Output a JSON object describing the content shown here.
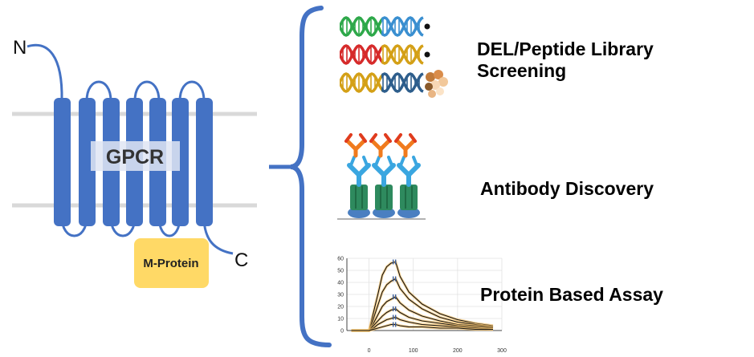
{
  "gpcr": {
    "n_terminus_label": "N",
    "c_terminus_label": "C",
    "receptor_label": "GPCR",
    "m_protein_label": "M-Protein",
    "colors": {
      "helix": "#4472c4",
      "m_protein": "#ffd966",
      "membrane": "#d9d9d9"
    }
  },
  "applications": [
    {
      "label_line1": "DEL/Peptide Library",
      "label_line2": "Screening"
    },
    {
      "label": "Antibody Discovery"
    },
    {
      "label": "Protein Based Assay"
    }
  ],
  "chart_data": {
    "type": "line",
    "title": "",
    "xlabel": "",
    "ylabel": "",
    "xlim": [
      -50,
      300
    ],
    "ylim": [
      0,
      60
    ],
    "x_ticks": [
      0,
      100,
      200,
      300
    ],
    "y_ticks": [
      0,
      10,
      20,
      30,
      40,
      50,
      60
    ],
    "series": [
      {
        "values": [
          [
            -40,
            0
          ],
          [
            0,
            0
          ],
          [
            10,
            15
          ],
          [
            20,
            30
          ],
          [
            30,
            46
          ],
          [
            40,
            53
          ],
          [
            50,
            56
          ],
          [
            60,
            57
          ],
          [
            70,
            45
          ],
          [
            90,
            32
          ],
          [
            120,
            22
          ],
          [
            160,
            14
          ],
          [
            200,
            9
          ],
          [
            240,
            6
          ],
          [
            280,
            4
          ]
        ]
      },
      {
        "values": [
          [
            -40,
            0
          ],
          [
            0,
            0
          ],
          [
            10,
            10
          ],
          [
            20,
            21
          ],
          [
            30,
            32
          ],
          [
            40,
            38
          ],
          [
            50,
            41
          ],
          [
            60,
            43
          ],
          [
            70,
            35
          ],
          [
            90,
            26
          ],
          [
            120,
            18
          ],
          [
            160,
            11
          ],
          [
            200,
            7
          ],
          [
            240,
            5
          ],
          [
            280,
            3
          ]
        ]
      },
      {
        "values": [
          [
            -40,
            0
          ],
          [
            0,
            0
          ],
          [
            10,
            6
          ],
          [
            20,
            13
          ],
          [
            30,
            20
          ],
          [
            40,
            24
          ],
          [
            50,
            26
          ],
          [
            60,
            28
          ],
          [
            70,
            23
          ],
          [
            90,
            17
          ],
          [
            120,
            12
          ],
          [
            160,
            8
          ],
          [
            200,
            5
          ],
          [
            240,
            4
          ],
          [
            280,
            3
          ]
        ]
      },
      {
        "values": [
          [
            -40,
            0
          ],
          [
            0,
            0
          ],
          [
            10,
            4
          ],
          [
            20,
            8
          ],
          [
            30,
            12
          ],
          [
            40,
            15
          ],
          [
            50,
            17
          ],
          [
            60,
            18
          ],
          [
            70,
            15
          ],
          [
            90,
            11
          ],
          [
            120,
            8
          ],
          [
            160,
            6
          ],
          [
            200,
            4
          ],
          [
            240,
            3
          ],
          [
            280,
            2
          ]
        ]
      },
      {
        "values": [
          [
            -40,
            0
          ],
          [
            0,
            0
          ],
          [
            10,
            2
          ],
          [
            20,
            5
          ],
          [
            30,
            7
          ],
          [
            40,
            9
          ],
          [
            50,
            10
          ],
          [
            60,
            11
          ],
          [
            70,
            9
          ],
          [
            90,
            7
          ],
          [
            120,
            5
          ],
          [
            160,
            4
          ],
          [
            200,
            3
          ],
          [
            240,
            2
          ],
          [
            280,
            1
          ]
        ]
      },
      {
        "values": [
          [
            -40,
            0
          ],
          [
            0,
            0
          ],
          [
            10,
            1
          ],
          [
            20,
            2
          ],
          [
            30,
            3
          ],
          [
            40,
            4
          ],
          [
            50,
            5
          ],
          [
            60,
            5
          ],
          [
            70,
            4
          ],
          [
            90,
            3
          ],
          [
            120,
            3
          ],
          [
            160,
            2
          ],
          [
            200,
            2
          ],
          [
            240,
            1
          ],
          [
            280,
            1
          ]
        ]
      }
    ]
  }
}
